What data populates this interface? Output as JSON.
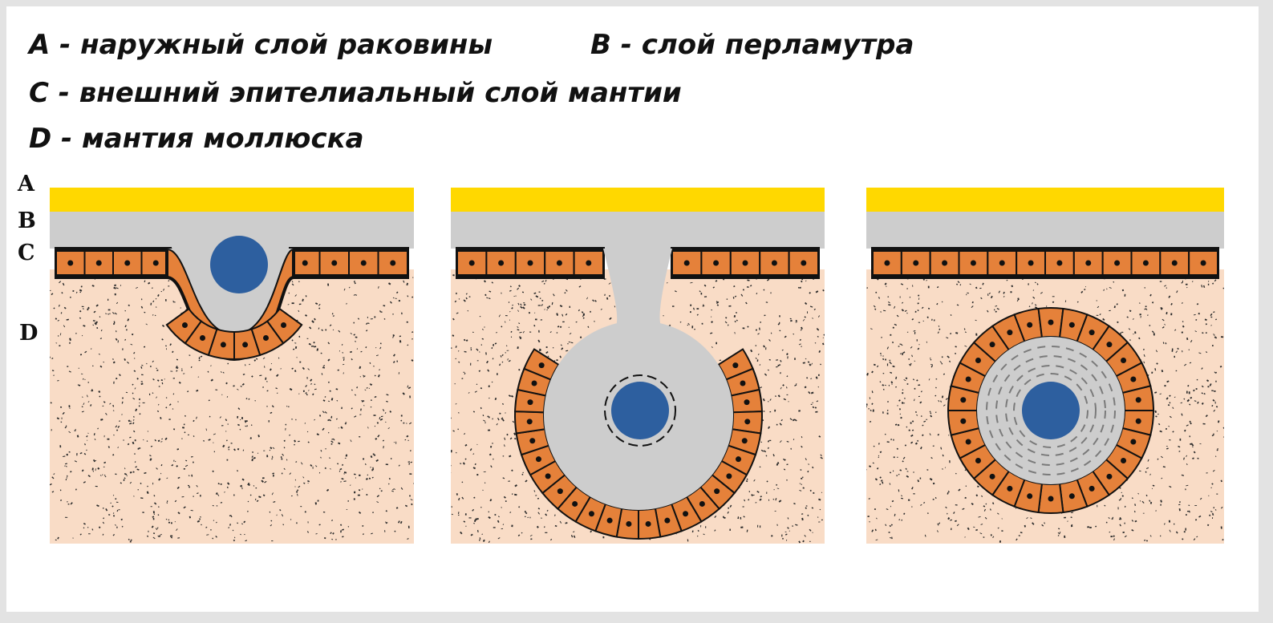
{
  "legend": {
    "a": "A - наружный слой раковины",
    "b": "B - слой перламутра",
    "c": "C - внешний эпителиальный слой мантии",
    "d": "D - мантия моллюска"
  },
  "side_labels": {
    "a": "A",
    "b": "B",
    "c": "C",
    "d": "D"
  },
  "colors": {
    "outer_shell": "#ffd800",
    "nacre": "#cdcdcd",
    "epithelium_cell": "#e5813a",
    "cell_outline": "#111111",
    "mantle": "#f9dcc6",
    "mantle_speckle": "#2a2a2a",
    "irritant": "#2d5f9f"
  }
}
